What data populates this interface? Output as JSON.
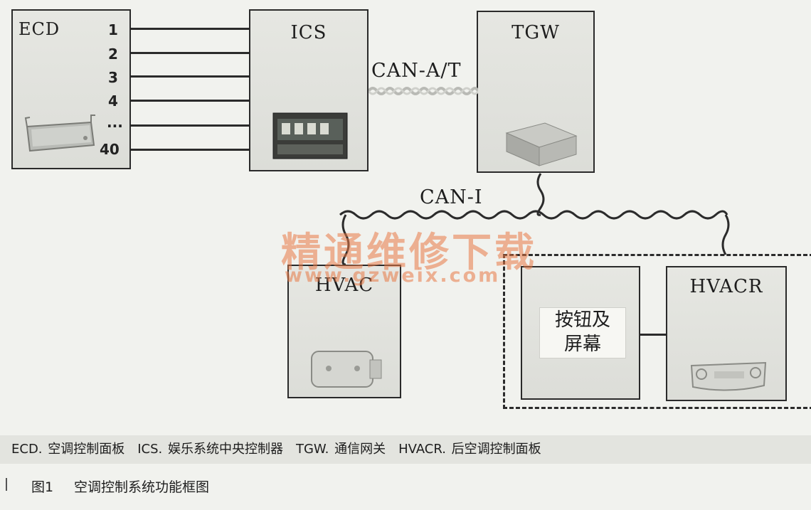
{
  "blocks": {
    "ecd": "ECD",
    "ics": "ICS",
    "tgw": "TGW",
    "hvac": "HVAC",
    "hvacr": "HVACR",
    "buttons_screen_line1": "按钮及",
    "buttons_screen_line2": "屏幕"
  },
  "pins": [
    "1",
    "2",
    "3",
    "4",
    "...",
    "40"
  ],
  "buses": {
    "can_at": "CAN-A/T",
    "can_i": "CAN-I"
  },
  "watermark": {
    "chinese": "精通维修下载",
    "url": "www.gzweix.com"
  },
  "legend": "ECD. 空调控制面板　ICS. 娱乐系统中央控制器　TGW. 通信网关　HVACR. 后空调控制面板",
  "caption": {
    "number": "图1",
    "title": "空调控制系统功能框图"
  }
}
